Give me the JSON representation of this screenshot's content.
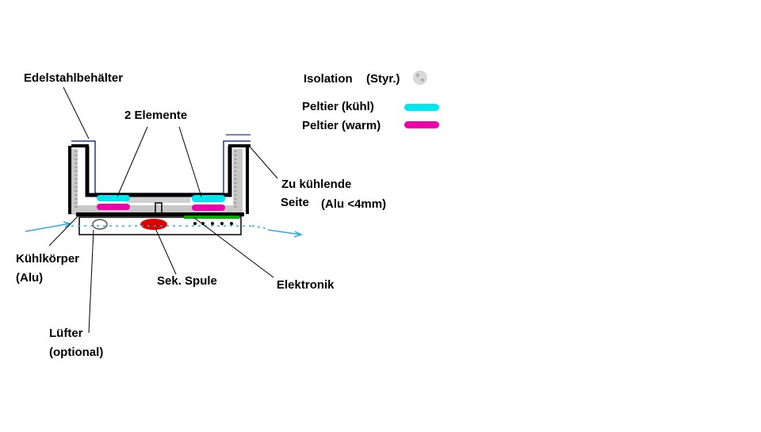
{
  "labels": {
    "container": "Edelstahlbehälter",
    "elements": "2 Elemente",
    "cold_side_1": "Zu kühlende",
    "cold_side_2": "Seite",
    "cold_side_3": "(Alu <4mm)",
    "heatsink_1": "Kühlkörper",
    "heatsink_2": "(Alu)",
    "coil": "Sek. Spule",
    "electronics": "Elektronik",
    "fan_1": "Lüfter",
    "fan_2": "(optional)"
  },
  "legend": {
    "insulation": "Isolation",
    "insulation_detail": "(Styr.)",
    "peltier_cold": "Peltier (kühl)",
    "peltier_warm": "Peltier (warm)"
  },
  "colors": {
    "peltier_cold": "#00e5ee",
    "peltier_warm": "#ee00aa",
    "insulation": "#c8c8c8",
    "coil": "#dd0000",
    "electronics": "#00aa00",
    "airflow": "#33aadd",
    "outline": "#000000",
    "container_outline": "#2233aa"
  }
}
